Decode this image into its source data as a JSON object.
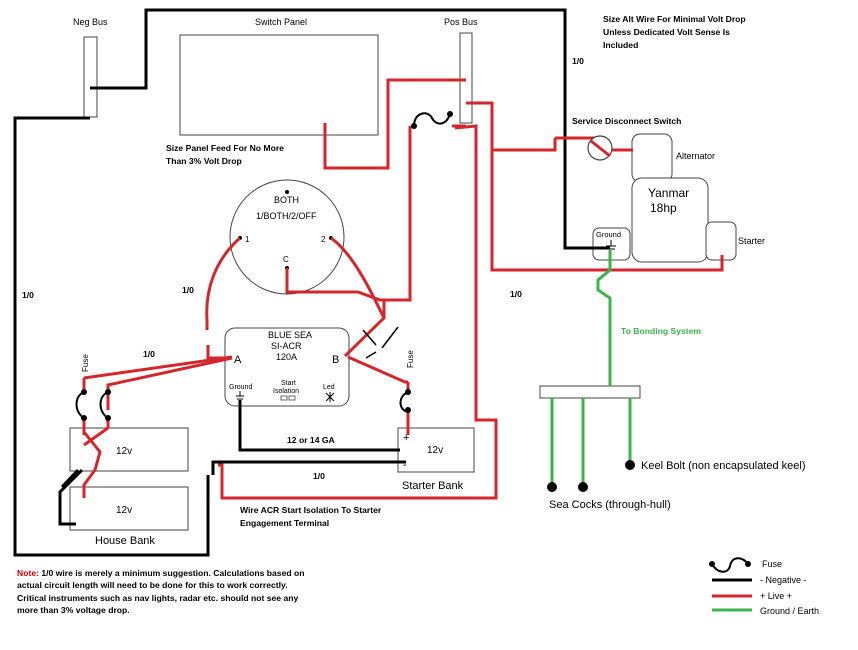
{
  "colors": {
    "negative": "#000000",
    "positive": "#d3262d",
    "ground": "#3cb44b",
    "outline": "#444444"
  },
  "labels": {
    "neg_bus": "Neg Bus",
    "switch_panel": "Switch Panel",
    "pos_bus": "Pos Bus",
    "alt_wire_note_1": "Size Alt Wire For Minimal Volt Drop",
    "alt_wire_note_2": "Unless Dedicated Volt Sense Is",
    "alt_wire_note_3": "Included",
    "alt_wire_gauge": "1/0",
    "service_disconnect": "Service Disconnect Switch",
    "alternator": "Alternator",
    "engine_1": "Yanmar",
    "engine_2": "18hp",
    "starter": "Starter",
    "ground": "Ground",
    "panel_feed_1": "Size Panel Feed For No More",
    "panel_feed_2": "Than 3% Volt Drop",
    "battery_switch_both": "BOTH",
    "battery_switch_positions": "1/BOTH/2/OFF",
    "battery_switch_1": "1",
    "battery_switch_2": "2",
    "battery_switch_c": "C",
    "acr_1": "BLUE SEA",
    "acr_2": "SI-ACR",
    "acr_3": "120A",
    "acr_a": "A",
    "acr_b": "B",
    "acr_ground": "Ground",
    "acr_start": "Start",
    "acr_isolation": "Isolation",
    "acr_led": "Led",
    "gauge_left_neg": "1/0",
    "gauge_switch_1": "1/0",
    "gauge_acr_a": "1/0",
    "gauge_starter_feed": "1/0",
    "gauge_bottom": "1/0",
    "gauge_12_14": "12 or 14 GA",
    "fuse_left": "Fuse",
    "fuse_right": "Fuse",
    "house_batt_top": "12v",
    "house_batt_bottom": "12v",
    "house_bank": "House Bank",
    "starter_batt": "12v",
    "starter_bank": "Starter Bank",
    "plus": "+",
    "minus": "-",
    "acr_wire_note_1": "Wire ACR Start Isolation To Starter",
    "acr_wire_note_2": "Engagement Terminal",
    "bonding": "To Bonding System",
    "keel_bolt": "Keel Bolt (non encapsulated keel)",
    "sea_cocks": "Sea Cocks (through-hull)"
  },
  "note": {
    "prefix": "Note:",
    "text": " 1/0 wire is merely a minimum suggestion. Calculations based on actual circuit length will need to be done for this to work correctly. Critical instruments such as nav lights, radar etc. should not see any more than 3% voltage drop."
  },
  "legend": {
    "fuse": "Fuse",
    "negative": "- Negative -",
    "positive": "+ Live +",
    "ground": "Ground / Earth"
  }
}
